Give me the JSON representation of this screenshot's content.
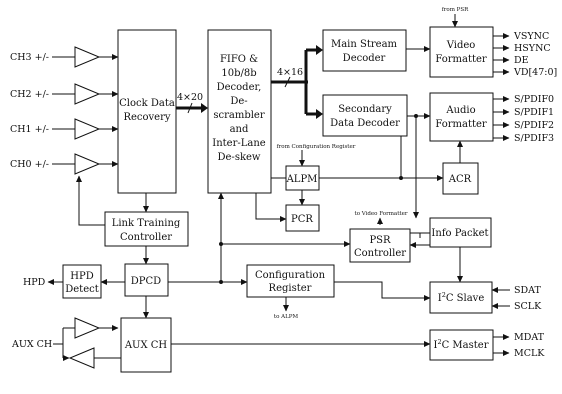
{
  "inputs": {
    "ch3": "CH3 +/-",
    "ch2": "CH2 +/-",
    "ch1": "CH1 +/-",
    "ch0": "CH0 +/-",
    "aux": "AUX CH",
    "hpd": "HPD"
  },
  "blocks": {
    "cdr": [
      "Clock Data",
      "Recovery"
    ],
    "fifo": [
      "FIFO &",
      "10b/8b",
      "Decoder,",
      "De-",
      "scrambler",
      "and",
      "Inter-Lane",
      "De-skew"
    ],
    "msd": [
      "Main Stream",
      "Decoder"
    ],
    "sdd": [
      "Secondary",
      "Data Decoder"
    ],
    "vf": [
      "Video",
      "Formatter"
    ],
    "af": [
      "Audio",
      "Formatter"
    ],
    "alpm": "ALPM",
    "acr": "ACR",
    "pcr": "PCR",
    "info": "Info Packet",
    "psr": [
      "PSR",
      "Controller"
    ],
    "ltc": [
      "Link Training",
      "Controller"
    ],
    "dpcd": "DPCD",
    "hpd_detect": [
      "HPD",
      "Detect"
    ],
    "cfg": [
      "Configuration",
      "Register"
    ],
    "i2cs": [
      "I",
      "2",
      "C Slave"
    ],
    "i2cm": [
      "I",
      "2",
      "C Master"
    ],
    "auxch": "AUX CH"
  },
  "bus_labels": {
    "b4x20": "4×20",
    "b4x16": "4×16"
  },
  "annotations": {
    "from_psr": "from PSR",
    "from_cfg": "from Configuration Register",
    "to_vf": "to Video Formatter",
    "to_alpm": "to ALPM"
  },
  "outputs": {
    "video": [
      "VSYNC",
      "HSYNC",
      "DE",
      "VD[47:0]"
    ],
    "audio": [
      "S/PDIF0",
      "S/PDIF1",
      "S/PDIF2",
      "S/PDIF3"
    ],
    "i2c_slave": [
      "SDAT",
      "SCLK"
    ],
    "i2c_master": [
      "MDAT",
      "MCLK"
    ]
  }
}
